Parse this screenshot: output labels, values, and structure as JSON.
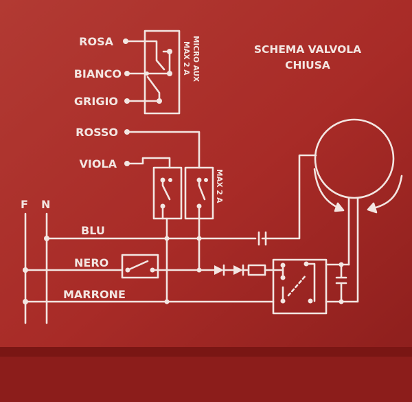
{
  "diagram": {
    "title_line1": "SCHEMA VALVOLA",
    "title_line2": "CHIUSA",
    "aux_switch_label": "MICRO AUX",
    "aux_switch_rating": "MAX 2 A",
    "main_switch_rating": "MAX 2 A",
    "terminal_f": "F",
    "terminal_n": "N",
    "wires": {
      "rosa": "ROSA",
      "bianco": "BIANCO",
      "grigio": "GRIGIO",
      "rosso": "ROSSO",
      "viola": "VIOLA",
      "blu": "BLU",
      "nero": "NERO",
      "marrone": "MARRONE"
    }
  },
  "colors": {
    "panel": "#b3332e",
    "panel_dark": "#8a1c1a",
    "print": "#f3e6e2"
  }
}
